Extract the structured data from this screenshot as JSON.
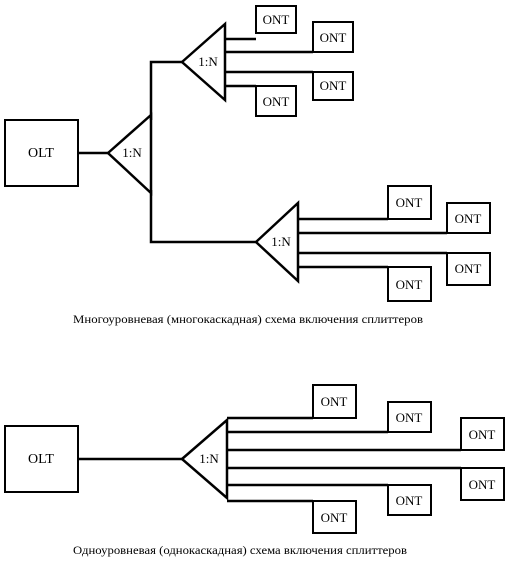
{
  "labels": {
    "olt": "OLT",
    "splitter": "1:N",
    "ont": "ONT"
  },
  "captions": {
    "multi": "Многоуровневая (многокаскадная) схема включения сплиттеров",
    "single": "Одноуровневая (однокаскадная) схема включения сплиттеров"
  },
  "colors": {
    "stroke": "#000000",
    "background": "#ffffff"
  }
}
